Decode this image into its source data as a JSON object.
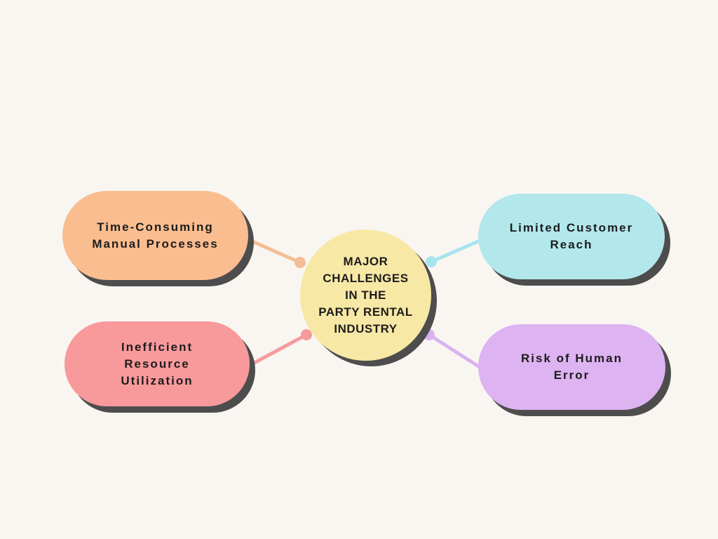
{
  "canvas": {
    "background_color": "#F9F6F2",
    "shadow_color": "#4D4D4D",
    "text_color": "#1C1C1C"
  },
  "center": {
    "lines": [
      "MAJOR",
      "CHALLENGES",
      "IN THE",
      "PARTY RENTAL",
      "INDUSTRY"
    ],
    "fill": "#F7E8A5"
  },
  "nodes": [
    {
      "id": "time-consuming-manual-processes",
      "label": "Time-Consuming Manual Processes",
      "lines": [
        "Time-Consuming",
        "Manual Processes"
      ],
      "fill": "#FABD8F",
      "connector_color": "#F5BD93"
    },
    {
      "id": "limited-customer-reach",
      "label": "Limited Customer Reach",
      "lines": [
        "Limited Customer",
        "Reach"
      ],
      "fill": "#B2E7EC",
      "connector_color": "#A8E4EE"
    },
    {
      "id": "inefficient-resource-utilization",
      "label": "Inefficient Resource Utilization",
      "lines": [
        "Inefficient",
        "Resource",
        "Utilization"
      ],
      "fill": "#F8999B",
      "connector_color": "#F59B9E"
    },
    {
      "id": "risk-of-human-error",
      "label": "Risk of Human Error",
      "lines": [
        "Risk of Human",
        "Error"
      ],
      "fill": "#DDB3F1",
      "connector_color": "#D9B3F0"
    }
  ]
}
